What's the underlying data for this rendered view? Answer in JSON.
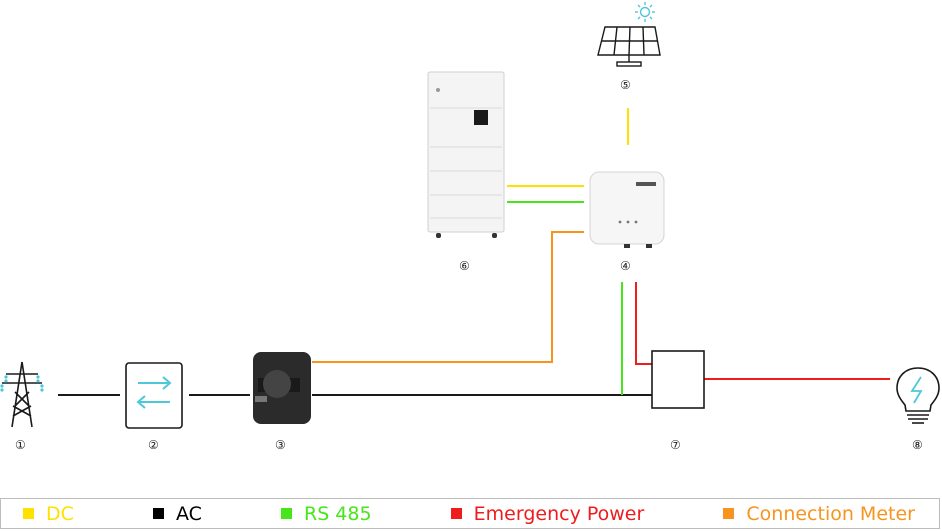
{
  "components": [
    {
      "id": "grid-tower",
      "number": "①"
    },
    {
      "id": "bidirectional-meter",
      "number": "②"
    },
    {
      "id": "current-clamp",
      "number": "③"
    },
    {
      "id": "inverter",
      "number": "④"
    },
    {
      "id": "solar-panel",
      "number": "⑤"
    },
    {
      "id": "battery",
      "number": "⑥"
    },
    {
      "id": "switch-box",
      "number": "⑦"
    },
    {
      "id": "lamp",
      "number": "⑧"
    }
  ],
  "legend": [
    {
      "label": "DC",
      "color": "#ffe100"
    },
    {
      "label": "AC",
      "color": "#000000"
    },
    {
      "label": "RS 485",
      "color": "#47e51b"
    },
    {
      "label": "Emergency Power",
      "color": "#ee1c1c"
    },
    {
      "label": "Connection Meter",
      "color": "#f7941d"
    }
  ],
  "colors": {
    "dc": "#ffe100",
    "ac": "#1a1a1a",
    "rs485": "#47e51b",
    "emergency": "#ee1c1c",
    "meter": "#f7941d",
    "icon_teal": "#4cc8d8"
  }
}
